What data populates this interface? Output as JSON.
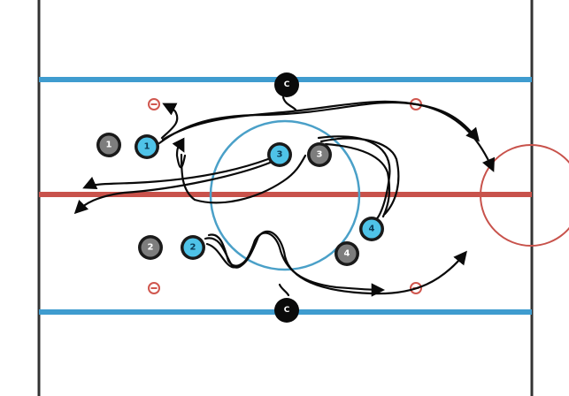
{
  "colors": {
    "blue_line": "#3f9ccf",
    "red_line": "#c8524b",
    "faceoff_dot": "#d0574f",
    "circle": "#4aa0c8",
    "board": "#333333",
    "path": "#0a0a0a",
    "player_blue": "#4fc3e8",
    "player_gray": "#7d7d7d",
    "coach": "#0a0a0a"
  },
  "players": [
    {
      "label": "1",
      "team": "gray"
    },
    {
      "label": "1",
      "team": "blue"
    },
    {
      "label": "3",
      "team": "blue"
    },
    {
      "label": "3",
      "team": "gray"
    },
    {
      "label": "2",
      "team": "gray"
    },
    {
      "label": "2",
      "team": "blue"
    },
    {
      "label": "4",
      "team": "blue"
    },
    {
      "label": "4",
      "team": "gray"
    }
  ],
  "coaches": [
    {
      "label": "C"
    },
    {
      "label": "C"
    }
  ]
}
